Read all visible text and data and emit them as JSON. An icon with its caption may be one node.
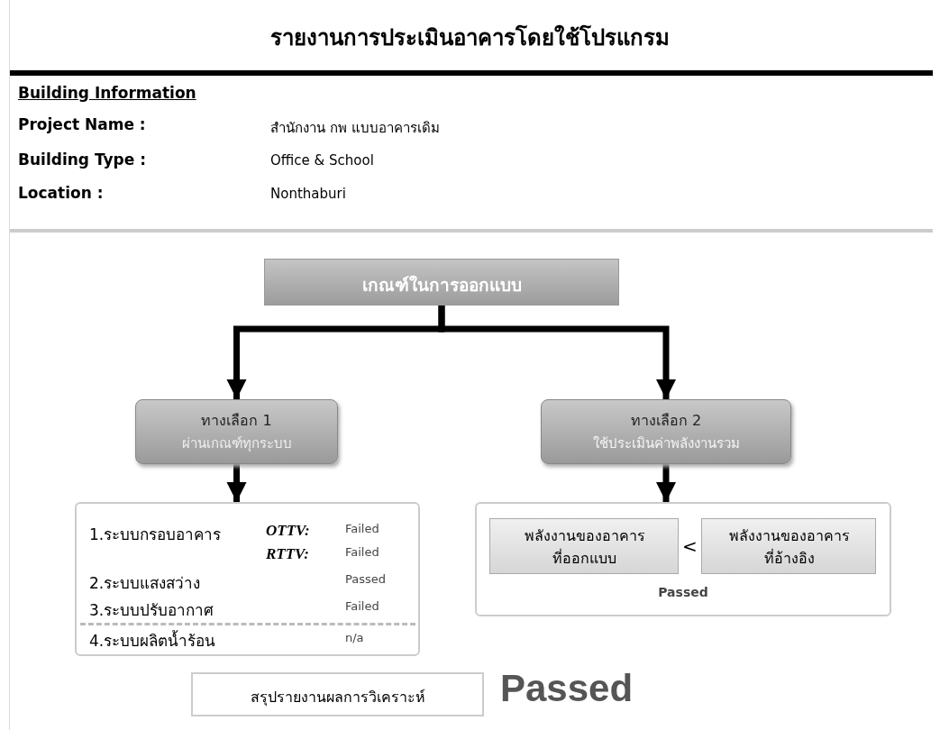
{
  "diagram": {
    "title": "รายงานการประเมินอาคารโดยใช้โปรแกรม",
    "nodes": [
      {
        "text": [
          "เกณฑ์ในการออกแบบ"
        ]
      },
      {
        "text": [
          "ทางเลือก 1",
          "ผ่านเกณฑ์ทุกระบบ"
        ]
      },
      {
        "text": [
          "ทางเลือก 2",
          "ใช้ประเมินค่าพลังงานรวม"
        ]
      },
      {
        "text": [
          "1.ระบบกรอบอาคาร",
          "OTTV:",
          "Failed",
          "RTTV:",
          "Failed",
          "2.ระบบแสงสว่าง",
          "Passed",
          "3.ระบบปรับอากาศ",
          "Failed",
          "4.ระบบผลิตน้ำร้อน",
          "n/a"
        ]
      },
      {
        "text": [
          "<",
          "Passed"
        ]
      },
      {
        "text": [
          "พลังงานของอาคารที่ออกแบบ"
        ],
        "in": 4
      },
      {
        "text": [
          "พลังงานของอาคารที่อ้างอิง"
        ],
        "in": 4
      },
      {
        "text": [
          "สรุปรายงานผลการวิเคราะห์"
        ],
        "beside": [
          "Passed"
        ]
      }
    ],
    "edges": [
      {
        "from": 0,
        "to": 1,
        "arrow": "to"
      },
      {
        "from": 0,
        "to": 2,
        "arrow": "to"
      },
      {
        "from": 1,
        "to": 3,
        "arrow": "to"
      },
      {
        "from": 2,
        "to": 4,
        "arrow": "to"
      }
    ],
    "labels": [
      "Building Information",
      "Project Name :",
      "สำนักงาน กพ แบบอาคารเดิม",
      "Building Type :",
      "Office & School",
      "Location :",
      "Nonthaburi"
    ]
  }
}
